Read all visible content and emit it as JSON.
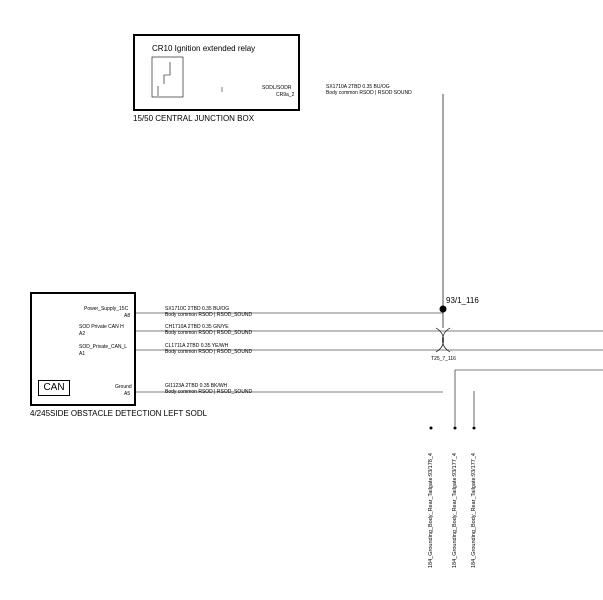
{
  "relay_box": {
    "title": "CR10 Ignition extended relay",
    "pin_top": "SODL/SODR",
    "pin_bottom": "CR9a_2",
    "caption": "15/50 CENTRAL JUNCTION BOX"
  },
  "top_wire": {
    "line1": "SX1710A  2TBD 0.35 BU/OG",
    "line2": "Body common  RSOD | RSOD  SOUND"
  },
  "module_box": {
    "pin1_name": "Power_Supply_15C",
    "pin1_id": "A8",
    "pin2_name": "SOD  Private  CAN  H",
    "pin2_id": "A2",
    "pin3_name": "SOD_Private_CAN_L",
    "pin3_id": "A1",
    "can_label": "CAN",
    "pin4_name": "Ground",
    "pin4_id": "A5",
    "caption": "4/245SIDE OBSTACLE DETECTION LEFT SODL"
  },
  "wires": [
    {
      "line1": "SX1710C  2TBD 0.35 BU/OG",
      "line2": "Body common  RSOD | RSOD_SOUND"
    },
    {
      "line1": "CH1710A  2TBD 0.35 GN/YE",
      "line2": "Body common  RSOD | RSOD_SOUND"
    },
    {
      "line1": "CL1711A  2TBD 0.35 YE/WH",
      "line2": "Body common  RSOD | RSOD_SOUND"
    },
    {
      "line1": "GI1123A  2TBD 0.35 BK/WH",
      "line2": "Body common  RSOD | RSOD_SOUND"
    }
  ],
  "junction_label": "93/1_116",
  "twist_label": "T25_7_116",
  "ground_labels": [
    "184_Grounding_Body_Rear_Tailgate:93/178_4",
    "184_Grounding_Body_Rear_Tailgate:93/177_4",
    "184_Grounding_Body_Rear_Tailgate:93/177_4"
  ]
}
